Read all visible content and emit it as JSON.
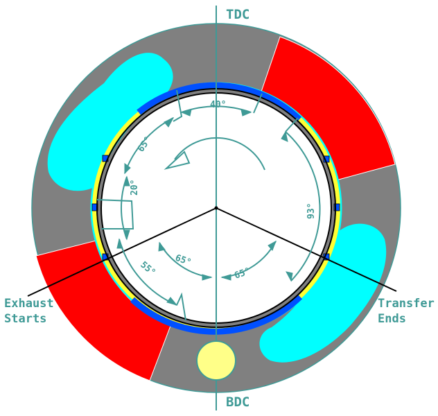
{
  "labels": {
    "tdc": "TDC",
    "bdc": "BDC",
    "exhaust_line1": "Exhaust",
    "exhaust_line2": "Starts",
    "transfer_line1": "Transfer",
    "transfer_line2": "Ends"
  },
  "angles": {
    "top": "40°",
    "upper_left": "65°",
    "left": "20°",
    "right": "93°",
    "lower_left_outer": "55°",
    "lower_left_inner": "65°",
    "lower_right": "65°"
  },
  "colors": {
    "annotation": "#3f9a96",
    "housing": "#808080",
    "exhaust_port": "#ff0000",
    "transfer_port": "#00ffff",
    "ring_blue": "#0050ff",
    "ring_yellow": "#ffff33",
    "bdc_dot": "#ffff88"
  }
}
